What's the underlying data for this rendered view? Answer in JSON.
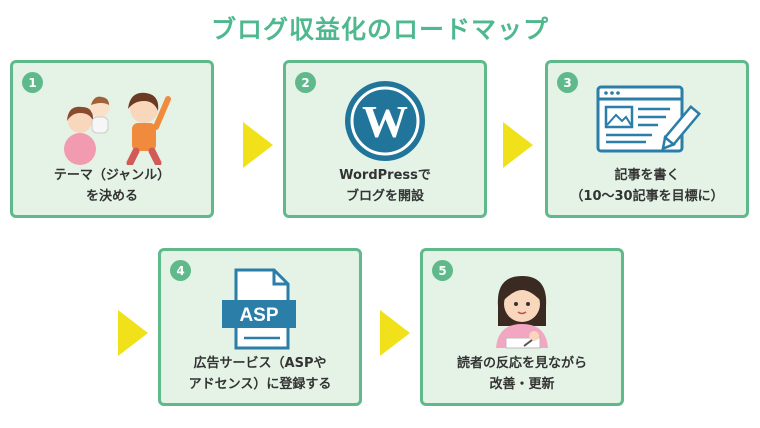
{
  "title": "ブログ収益化のロードマップ",
  "colors": {
    "accent": "#5fb98b",
    "card_bg": "#e4f3e6",
    "arrow": "#f0e11a",
    "wp_blue": "#21759b"
  },
  "steps": [
    {
      "number": "1",
      "icon": "family-illustration",
      "line1": "テーマ（ジャンル）",
      "line2": "を決める"
    },
    {
      "number": "2",
      "icon": "wordpress-logo-icon",
      "line1": "WordPressで",
      "line2": "ブログを開設"
    },
    {
      "number": "3",
      "icon": "article-writing-icon",
      "line1": "記事を書く",
      "line2": "（10〜30記事を目標に）"
    },
    {
      "number": "4",
      "icon": "asp-document-icon",
      "line1": "広告サービス（ASPや",
      "line2": "アドセンス）に登録する"
    },
    {
      "number": "5",
      "icon": "woman-studying-illustration",
      "line1": "読者の反応を見ながら",
      "line2": "改善・更新"
    }
  ],
  "asp_label": "ASP"
}
